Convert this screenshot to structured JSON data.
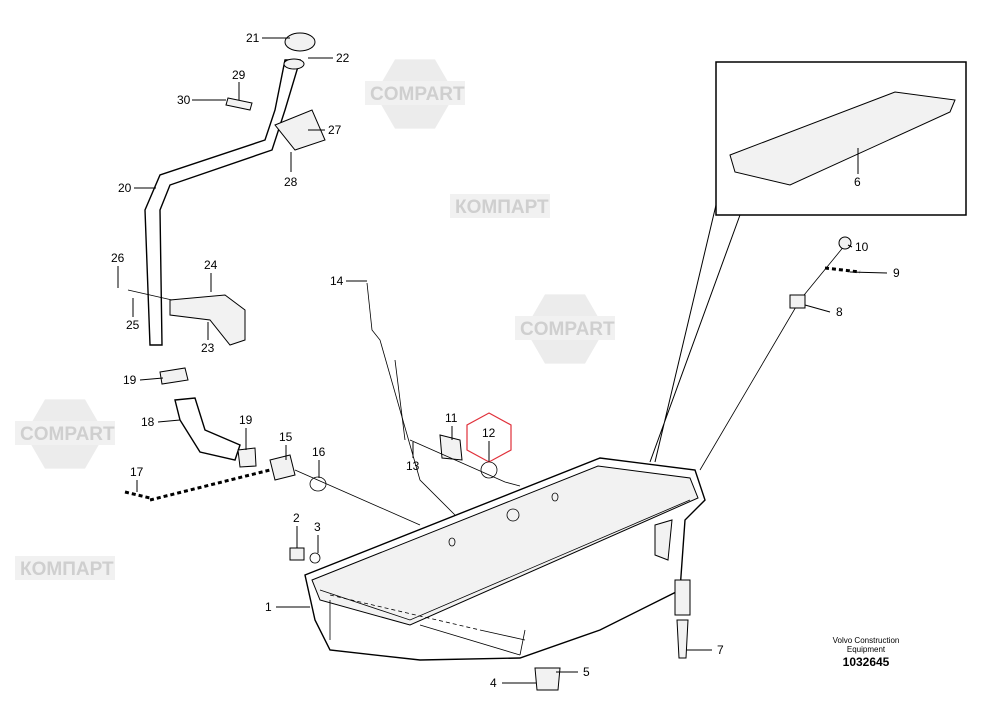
{
  "watermark": {
    "latin": "COMPART",
    "cyrillic": "КОМПАРТ"
  },
  "callouts": {
    "c1": "1",
    "c2": "2",
    "c3": "3",
    "c4": "4",
    "c5": "5",
    "c6": "6",
    "c7": "7",
    "c8": "8",
    "c9": "9",
    "c10": "10",
    "c11": "11",
    "c12": "12",
    "c13": "13",
    "c14": "14",
    "c15": "15",
    "c16": "16",
    "c17": "17",
    "c18": "18",
    "c19a": "19",
    "c19b": "19",
    "c20": "20",
    "c21": "21",
    "c22": "22",
    "c23": "23",
    "c24": "24",
    "c25": "25",
    "c26": "26",
    "c27": "27",
    "c28": "28",
    "c29": "29",
    "c30": "30"
  },
  "highlight_color": "#e0303a",
  "footer": {
    "line1": "Volvo Construction",
    "line2": "Equipment",
    "doc_number": "1032645"
  }
}
